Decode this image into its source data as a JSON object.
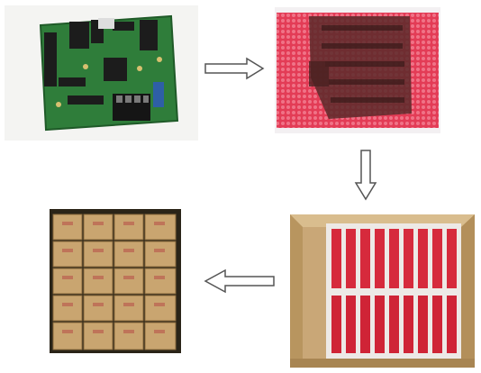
{
  "steps": [
    {
      "icon": "circuit-board-photo"
    },
    {
      "icon": "bubble-wrap-bag-photo"
    },
    {
      "icon": "packed-carton-photo"
    },
    {
      "icon": "stacked-cartons-photo"
    }
  ],
  "arrows": [
    "arrow-right-icon",
    "arrow-down-icon",
    "arrow-left-icon"
  ],
  "colors": {
    "pcb_green": "#2f7d3a",
    "bubble_red": "#e33c56",
    "carton_tan": "#c9a777",
    "arrow_outline": "#555555"
  }
}
